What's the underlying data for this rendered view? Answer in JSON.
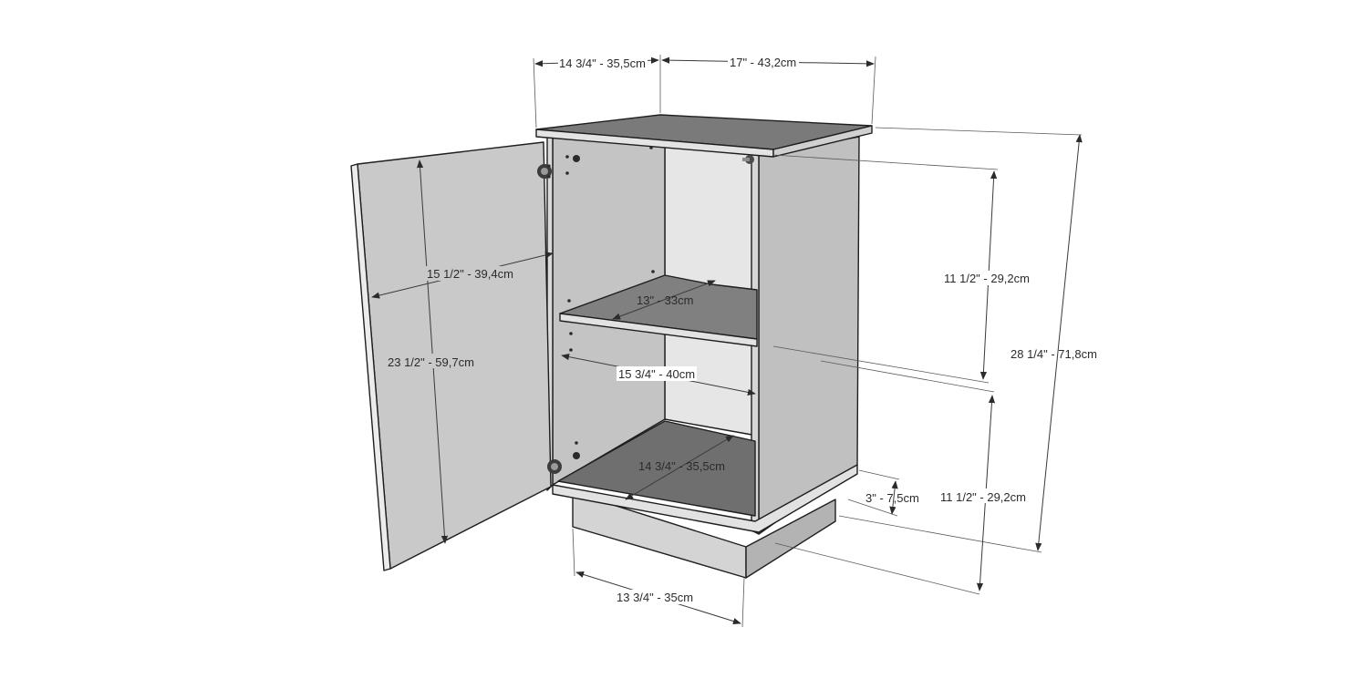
{
  "dimensions": {
    "top_depth": "14 3/4\" - 35,5cm",
    "top_width": "17\" - 43,2cm",
    "total_height": "28 1/4\" - 71,8cm",
    "upper_height": "11 1/2\" - 29,2cm",
    "lower_height": "11 1/2\" - 29,2cm",
    "base_height": "3\" - 7,5cm",
    "door_width": "15 1/2\" - 39,4cm",
    "door_height": "23 1/2\" - 59,7cm",
    "shelf_depth": "13\" - 33cm",
    "inner_width": "15 3/4\" - 40cm",
    "bottom_depth": "14 3/4\" - 35,5cm",
    "base_width": "13 3/4\" - 35cm"
  },
  "colors": {
    "panel_light": "#c7c7c7",
    "panel_mid": "#b3b3b3",
    "panel_dark": "#8f8f8f",
    "panel_darkest": "#6e6e6e",
    "edge": "#1e1e1e"
  }
}
